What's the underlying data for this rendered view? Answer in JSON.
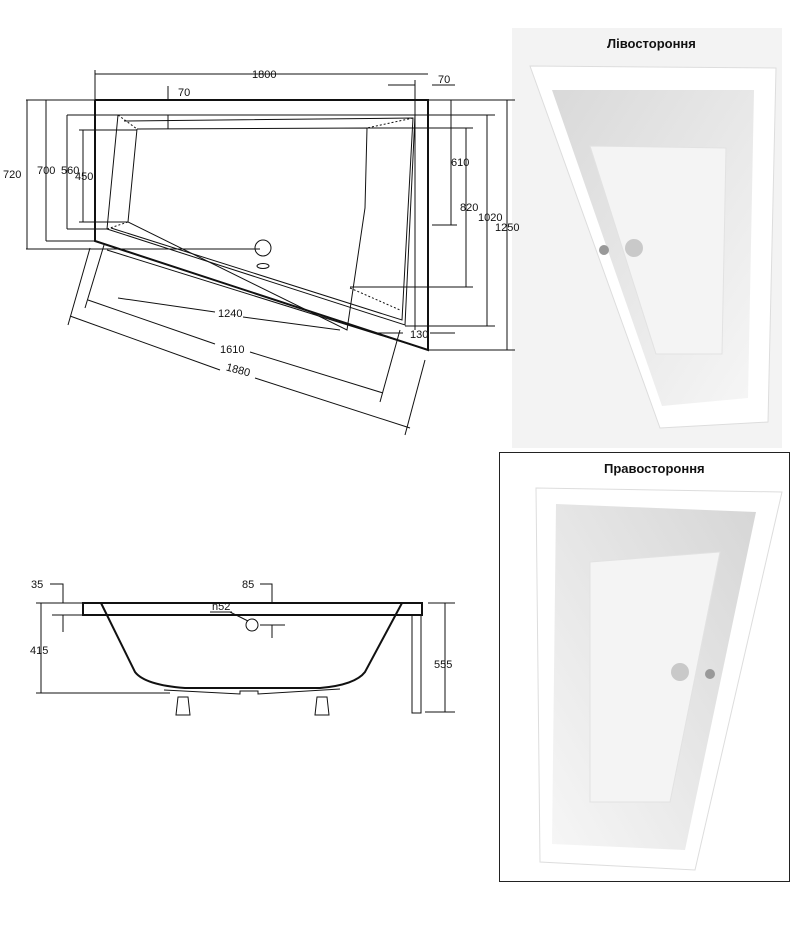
{
  "plan_view": {
    "dims": {
      "length_1800": "1800",
      "side_70_right": "70",
      "rim_70": "70",
      "h_720": "720",
      "h_700": "700",
      "h_560": "560",
      "h_450": "450",
      "h_610": "610",
      "h_820": "820",
      "h_1020": "1020",
      "h_1250": "1250",
      "d_1240": "1240",
      "d_1610": "1610",
      "d_1880": "1880",
      "d_130": "130"
    }
  },
  "side_view": {
    "dims": {
      "rim_35": "35",
      "rim_85": "85",
      "drain_n52": "n52",
      "depth_415": "415",
      "height_555": "555"
    }
  },
  "photos": {
    "left_hand_label": "Лівостороння",
    "right_hand_label": "Правостороння"
  }
}
